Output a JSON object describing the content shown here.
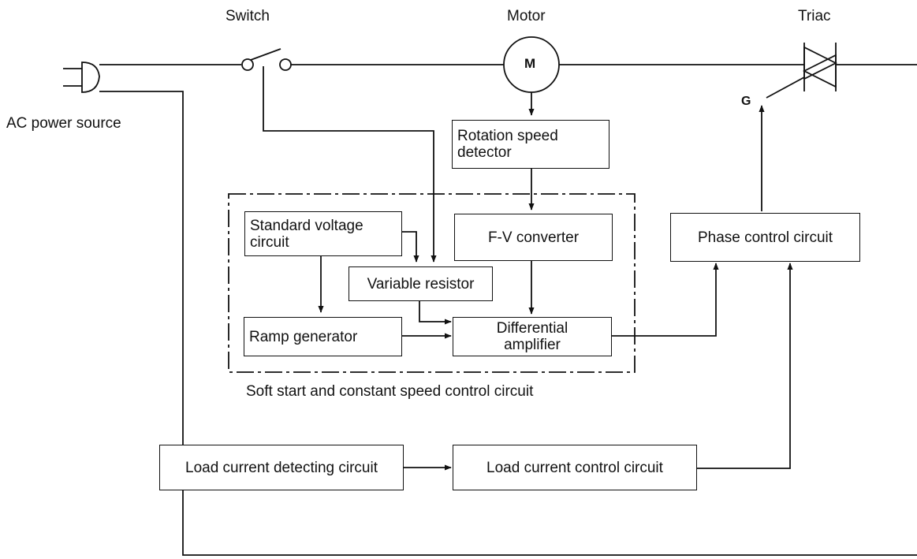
{
  "labels": {
    "switch": "Switch",
    "motor": "Motor",
    "triac": "Triac",
    "ac_power_source": "AC power source",
    "motor_symbol": "M",
    "gate": "G",
    "soft_start_group": "Soft start and constant speed control circuit"
  },
  "blocks": {
    "rotation_speed_detector": [
      "Rotation speed",
      "detector"
    ],
    "standard_voltage_circuit": [
      "Standard voltage",
      "circuit"
    ],
    "fv_converter": "F-V converter",
    "variable_resistor": "Variable resistor",
    "ramp_generator": "Ramp generator",
    "differential_amplifier": [
      "Differential",
      "amplifier"
    ],
    "phase_control_circuit": "Phase control circuit",
    "load_current_detecting_circuit": "Load current detecting circuit",
    "load_current_control_circuit": "Load current control circuit"
  }
}
